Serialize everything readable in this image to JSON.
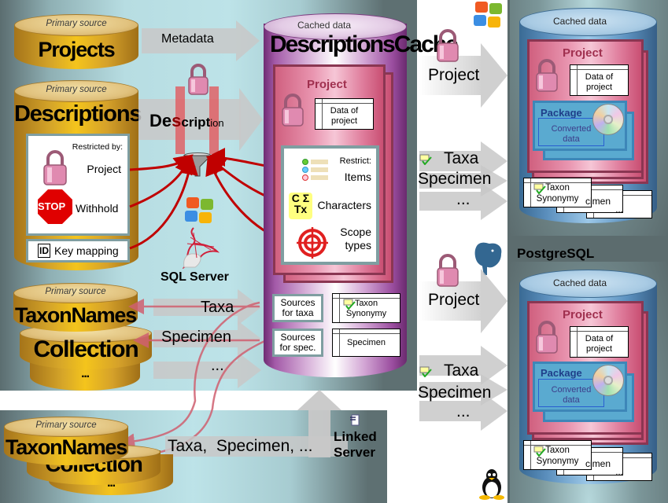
{
  "sources": {
    "projects": {
      "caption": "Primary source",
      "title": "Projects"
    },
    "descriptions": {
      "caption": "Primary source",
      "title": "Descriptions",
      "restricted_by_label": "Restricted by:",
      "restrictions": [
        "Project",
        "Withhold"
      ],
      "stop_sign_text": "STOP",
      "key_mapping_label": "Key mapping",
      "id_icon_text": "ID"
    },
    "taxon_collection": {
      "caption": "Primary source",
      "titles": [
        "TaxonNames",
        "Collection"
      ],
      "more": "..."
    },
    "linked_taxon_collection": {
      "caption": "Primary source",
      "titles": [
        "TaxonNames",
        "Collection"
      ],
      "more": "..."
    }
  },
  "flows": {
    "metadata": "Metadata",
    "description_parts": [
      "De",
      "s",
      "crip",
      "t",
      "ion"
    ],
    "taxa": "Taxa",
    "specimen": "Specimen",
    "ellipsis": "...",
    "linked_flow": "Taxa,  Specimen, ...",
    "linked_server": [
      "Linked",
      "Server"
    ]
  },
  "server": {
    "name": "SQL Server"
  },
  "cache": {
    "caption": "Cached data",
    "title": "DescriptionsCache",
    "project_label": "Project",
    "data_of_project": [
      "Data of",
      "project"
    ],
    "restrict_label": "Restrict:",
    "restrict_items": [
      "Items",
      "Characters",
      "Scope types"
    ],
    "characters_icon_text": [
      "C",
      "Σ",
      "Tx"
    ],
    "sources_for_taxa": [
      "Sources",
      "for taxa"
    ],
    "sources_for_spec": [
      "Sources",
      "for spec."
    ],
    "taxon_synonymy": [
      "Taxon",
      "Synonymy"
    ],
    "specimen": "Specimen"
  },
  "targets": [
    {
      "platform": "Windows",
      "arrow_project": "Project",
      "arrow_lines": [
        "Taxa",
        "Specimen",
        "..."
      ],
      "caption": "Cached data",
      "project_label": "Project",
      "data_of_project": [
        "Data of",
        "project"
      ],
      "package_label": "Package",
      "converted": [
        "Converted",
        "data"
      ],
      "tables": [
        "Taxon",
        "Synonymy",
        "cimen",
        "..."
      ]
    },
    {
      "platform": "PostgreSQL",
      "arrow_project": "Project",
      "arrow_lines": [
        "Taxa",
        "Specimen",
        "..."
      ],
      "caption": "Cached data",
      "project_label": "Project",
      "data_of_project": [
        "Data of",
        "project"
      ],
      "package_label": "Package",
      "converted": [
        "Converted",
        "data"
      ],
      "tables": [
        "Taxon",
        "Synonymy",
        "cimen",
        "..."
      ]
    }
  ],
  "colors": {
    "gold": "#f4c41c",
    "purple": "#8a3f8f",
    "pink": "#e995b0",
    "blue": "#5b8fbd",
    "red_arrow": "#c00000",
    "project_label": "#a0304f",
    "package_label": "#1f3f8a"
  }
}
